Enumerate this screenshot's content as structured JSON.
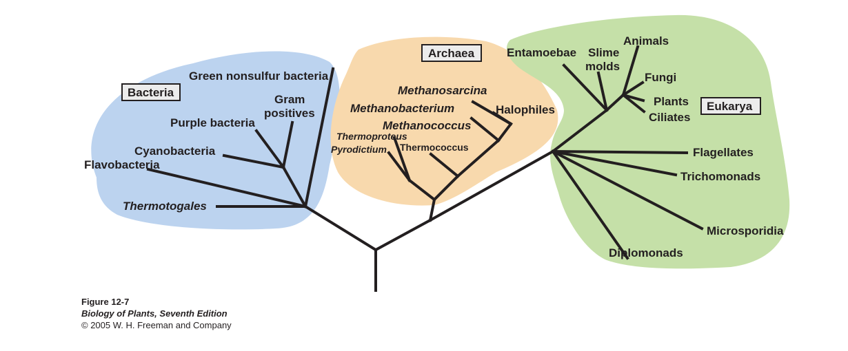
{
  "colors": {
    "bacteria_region": "#bcd3ef",
    "archaea_region": "#f8d9ad",
    "eukarya_region": "#c5e0a8",
    "lines": "#231f20"
  },
  "domains": {
    "bacteria": "Bacteria",
    "archaea": "Archaea",
    "eukarya": "Eukarya"
  },
  "bacteria_taxa": {
    "green_nonsulfur": "Green nonsulfur bacteria",
    "gram_line1": "Gram",
    "gram_line2": "positives",
    "purple": "Purple bacteria",
    "cyanobacteria": "Cyanobacteria",
    "flavobacteria": "Flavobacteria",
    "thermotogales": "Thermotogales"
  },
  "archaea_taxa": {
    "methanosarcina": "Methanosarcina",
    "methanobacterium": "Methanobacterium",
    "halophiles": "Halophiles",
    "methanococcus": "Methanococcus",
    "thermoproteus": "Thermoproteus",
    "pyrodictium": "Pyrodictium",
    "thermococcus": "Thermococcus"
  },
  "eukarya_taxa": {
    "entamoebae": "Entamoebae",
    "slime_line1": "Slime",
    "slime_line2": "molds",
    "animals": "Animals",
    "fungi": "Fungi",
    "plants": "Plants",
    "ciliates": "Ciliates",
    "flagellates": "Flagellates",
    "trichomonads": "Trichomonads",
    "microsporidia": "Microsporidia",
    "diplomonads": "Diplomonads"
  },
  "caption": {
    "figure": "Figure 12-7",
    "book": "Biology of Plants, Seventh Edition",
    "copyright": "© 2005 W. H. Freeman and Company"
  }
}
